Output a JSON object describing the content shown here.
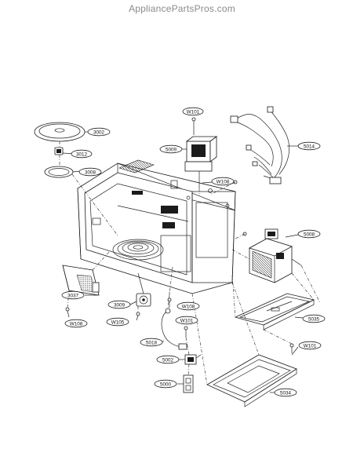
{
  "header": {
    "watermark": "AppliancePartsPros.com"
  },
  "labels": {
    "p3002": "3002",
    "p3012": "3012",
    "p3008": "3008",
    "p3037": "3037",
    "p3009": "3009",
    "w101_top": "W101",
    "p5009": "5009",
    "w108_top": "W108",
    "p5014": "5014",
    "p5008": "5008",
    "p5035": "5035",
    "w101_right": "W101",
    "w101_mid": "W101",
    "w108_mid": "W108",
    "w108_left": "W108",
    "w105": "W105",
    "p5018": "5018",
    "p5002": "5002",
    "p5000": "5000",
    "p5034": "5034"
  }
}
